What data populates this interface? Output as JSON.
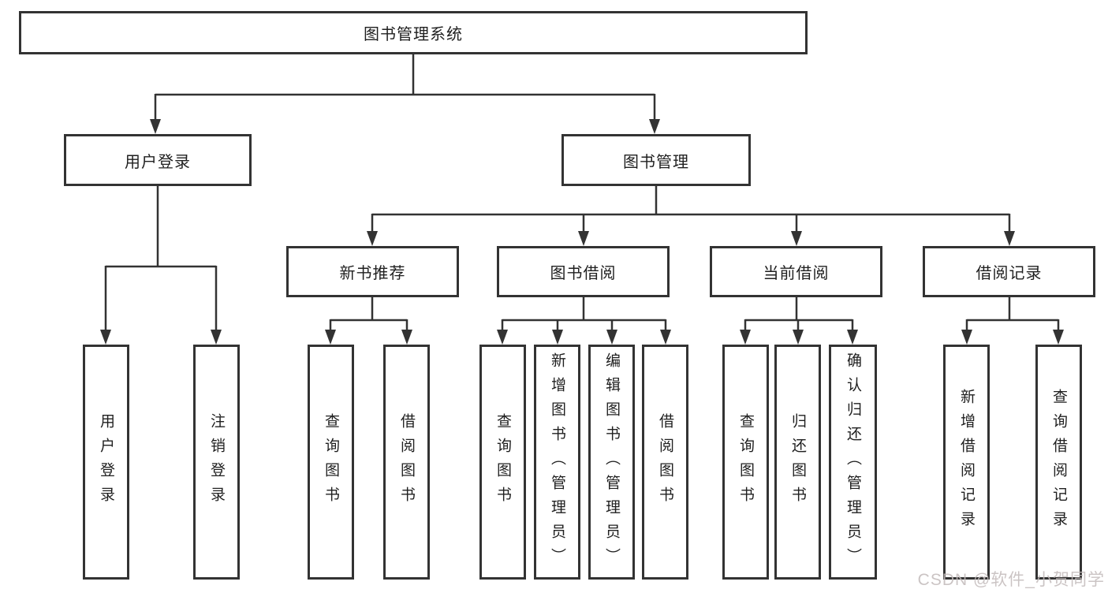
{
  "root": {
    "label": "图书管理系统"
  },
  "branches": [
    {
      "label": "用户登录",
      "children": [
        {
          "label": "用户登录"
        },
        {
          "label": "注销登录"
        }
      ]
    },
    {
      "label": "图书管理",
      "children": [
        {
          "label": "新书推荐",
          "children": [
            {
              "label": "查询图书"
            },
            {
              "label": "借阅图书"
            }
          ]
        },
        {
          "label": "图书借阅",
          "children": [
            {
              "label": "查询图书"
            },
            {
              "label": "新增图书（管理员）"
            },
            {
              "label": "编辑图书（管理员）"
            },
            {
              "label": "借阅图书"
            }
          ]
        },
        {
          "label": "当前借阅",
          "children": [
            {
              "label": "查询图书"
            },
            {
              "label": "归还图书"
            },
            {
              "label": "确认归还（管理员）"
            }
          ]
        },
        {
          "label": "借阅记录",
          "children": [
            {
              "label": "新增借阅记录"
            },
            {
              "label": "查询借阅记录"
            }
          ]
        }
      ]
    }
  ],
  "watermark": {
    "text": "CSDN @软件_小贺同学"
  },
  "colors": {
    "line": "#333333",
    "box_border": "#333333",
    "text": "#1f1f1f",
    "watermark": "#c2baba",
    "background": "#ffffff"
  }
}
